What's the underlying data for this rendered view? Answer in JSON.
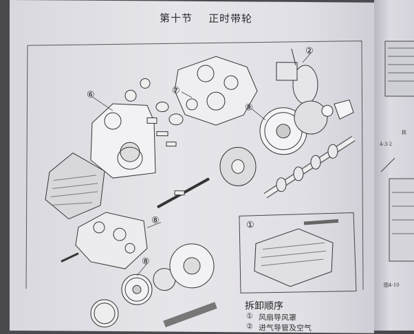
{
  "page": {
    "section_title": "第十节    正时带轮",
    "disassembly_heading": "拆卸顺序",
    "steps": [
      {
        "num": "①",
        "text": "风扇导风罩"
      },
      {
        "num": "②",
        "text": "进气导管及空气"
      }
    ]
  },
  "diagram": {
    "callouts": [
      "⑥",
      "②",
      "⑦",
      "⑨",
      "⑧",
      "⑧",
      "①"
    ]
  },
  "adjacent_page": {
    "labels": [
      "拆",
      "4-3-2",
      "图4-10"
    ]
  },
  "colors": {
    "paper": "#e4e3e9",
    "ink": "#2a2a2e",
    "background": "#4a4a4e"
  }
}
